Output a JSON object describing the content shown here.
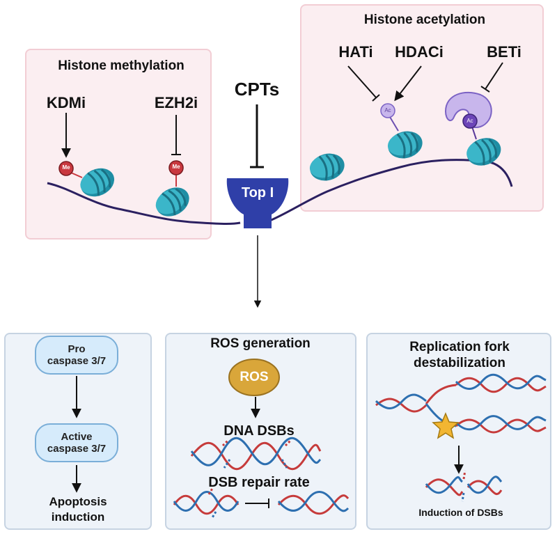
{
  "methylation": {
    "title": "Histone methylation",
    "inhibitor_1": "KDMi",
    "inhibitor_2": "EZH2i",
    "mark_label": "Me"
  },
  "acetylation": {
    "title": "Histone acetylation",
    "inhibitor_1": "HATi",
    "inhibitor_2": "HDACi",
    "inhibitor_3": "BETi",
    "mark_label": "Ac"
  },
  "center": {
    "drug": "CPTs",
    "enzyme": "Top I"
  },
  "apoptosis": {
    "pro_line1": "Pro",
    "pro_line2": "caspase 3/7",
    "active_line1": "Active",
    "active_line2": "caspase 3/7",
    "result_line1": "Apoptosis",
    "result_line2": "induction"
  },
  "ros": {
    "title": "ROS generation",
    "badge": "ROS",
    "dsb_label": "DNA DSBs",
    "repair_label": "DSB repair rate"
  },
  "replication": {
    "title_line1": "Replication fork",
    "title_line2": "destabilization",
    "result": "Induction of DSBs"
  },
  "colors": {
    "nucleosome": "#3bb6c9",
    "dna": "#2b2060",
    "top1": "#2f3fa8",
    "me_mark": "#c9383f",
    "ac_mark": "#b39ae0",
    "ros": "#d9a63a",
    "helix_red": "#c63b3b",
    "helix_blue": "#2d6fb0"
  }
}
